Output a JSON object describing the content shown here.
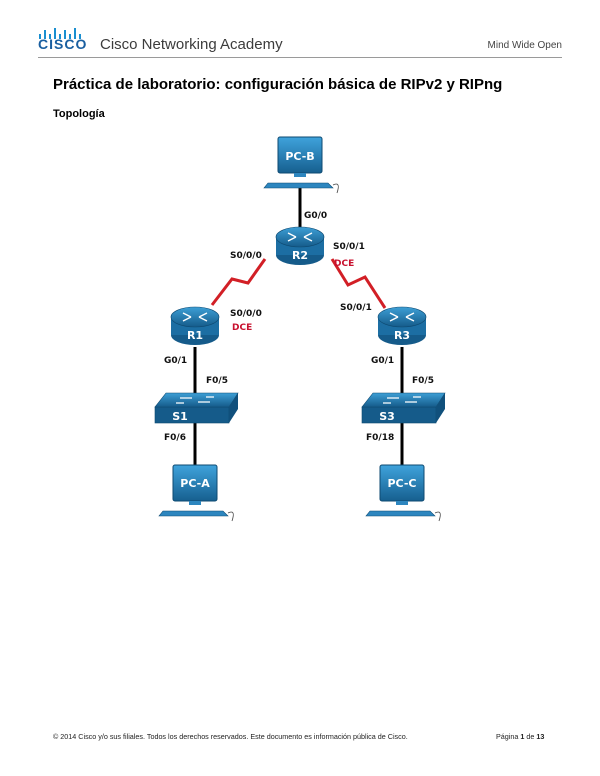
{
  "header": {
    "brand": "CISCO",
    "academy": "Cisco Networking Academy",
    "tagline": "Mind Wide Open"
  },
  "document": {
    "title": "Práctica de laboratorio: configuración básica de RIPv2 y RIPng",
    "section": "Topología"
  },
  "topology": {
    "devices": {
      "pc_b": "PC-B",
      "r2": "R2",
      "r1": "R1",
      "r3": "R3",
      "s1": "S1",
      "s3": "S3",
      "pc_a": "PC-A",
      "pc_c": "PC-C"
    },
    "interfaces": {
      "r2_g00": "G0/0",
      "r2_s000": "S0/0/0",
      "r2_s001": "S0/0/1",
      "r2_dce": "DCE",
      "r1_s000": "S0/0/0",
      "r1_dce": "DCE",
      "r3_s001": "S0/0/1",
      "r1_g01": "G0/1",
      "r3_g01": "G0/1",
      "s1_f05": "F0/5",
      "s3_f05": "F0/5",
      "s1_f06": "F0/6",
      "s3_f018": "F0/18"
    },
    "colors": {
      "device": "#1f7ab3",
      "serial_link": "#d21f26",
      "ethernet_link": "#000000"
    }
  },
  "footer": {
    "copyright": "© 2014 Cisco y/o sus filiales. Todos los derechos reservados. Este documento es información pública de Cisco.",
    "page_prefix": "Página ",
    "page_current": "1",
    "page_sep": " de ",
    "page_total": "13"
  }
}
